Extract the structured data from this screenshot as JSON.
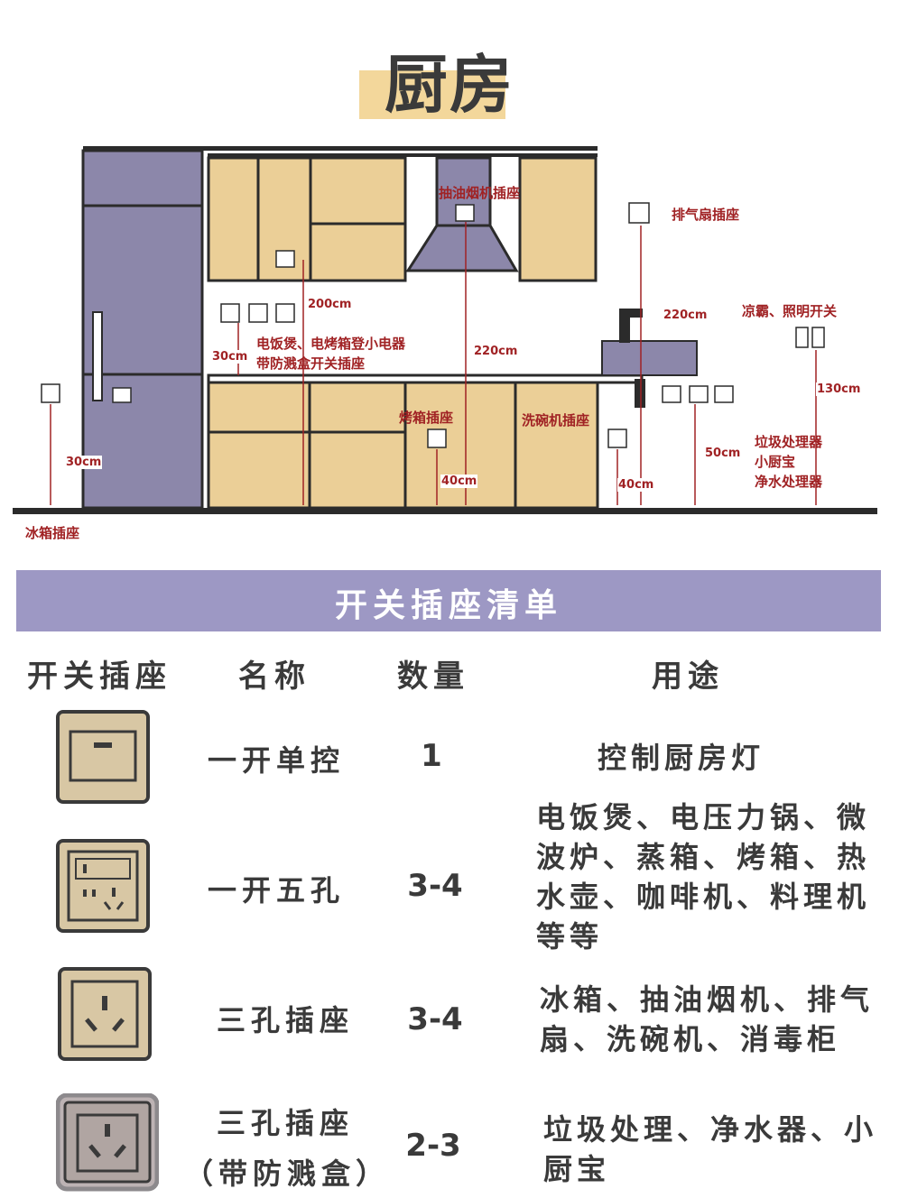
{
  "title": "厨房",
  "diagram": {
    "labels": {
      "hood": "抽油烟机插座",
      "exhaust_fan": "排气扇插座",
      "bath_heater": "凉霸、照明开关",
      "small_appliance_line1": "电饭煲、电烤箱登小电器",
      "small_appliance_line2": "带防溅盒开关插座",
      "oven": "烤箱插座",
      "dishwasher": "洗碗机插座",
      "under_sink_line1": "垃圾处理器",
      "under_sink_line2": "小厨宝",
      "under_sink_line3": "净水处理器",
      "fridge": "冰箱插座"
    },
    "dims": {
      "d200": "200cm",
      "d220a": "220cm",
      "d220b": "220cm",
      "d30a": "30cm",
      "d30b": "30cm",
      "d40a": "40cm",
      "d40b": "40cm",
      "d50": "50cm",
      "d130": "130cm"
    },
    "colors": {
      "cabinet": "#ebcf97",
      "fridge": "#8c87aa",
      "hood": "#8c87aa",
      "outline": "#2b2b2b",
      "label": "#a02224"
    }
  },
  "list": {
    "banner": "开关插座清单",
    "headers": [
      "开关插座",
      "名称",
      "数量",
      "用途"
    ],
    "rows": [
      {
        "icon": "single-switch-icon",
        "name": "一开单控",
        "qty": "1",
        "use": "控制厨房灯"
      },
      {
        "icon": "switch-five-hole-socket-icon",
        "name": "一开五孔",
        "qty": "3-4",
        "use": "电饭煲、电压力锅、微\n波炉、蒸箱、烤箱、热\n水壶、咖啡机、料理机\n等等"
      },
      {
        "icon": "three-hole-socket-icon",
        "name": "三孔插座",
        "qty": "3-4",
        "use": "冰箱、抽油烟机、排气\n扇、洗碗机、消毒柜"
      },
      {
        "icon": "splashproof-three-hole-socket-icon",
        "name_line1": "三孔插座",
        "name_line2": "（带防溅盒）",
        "qty": "2-3",
        "use": "垃圾处理、净水器、小\n厨宝"
      }
    ]
  }
}
